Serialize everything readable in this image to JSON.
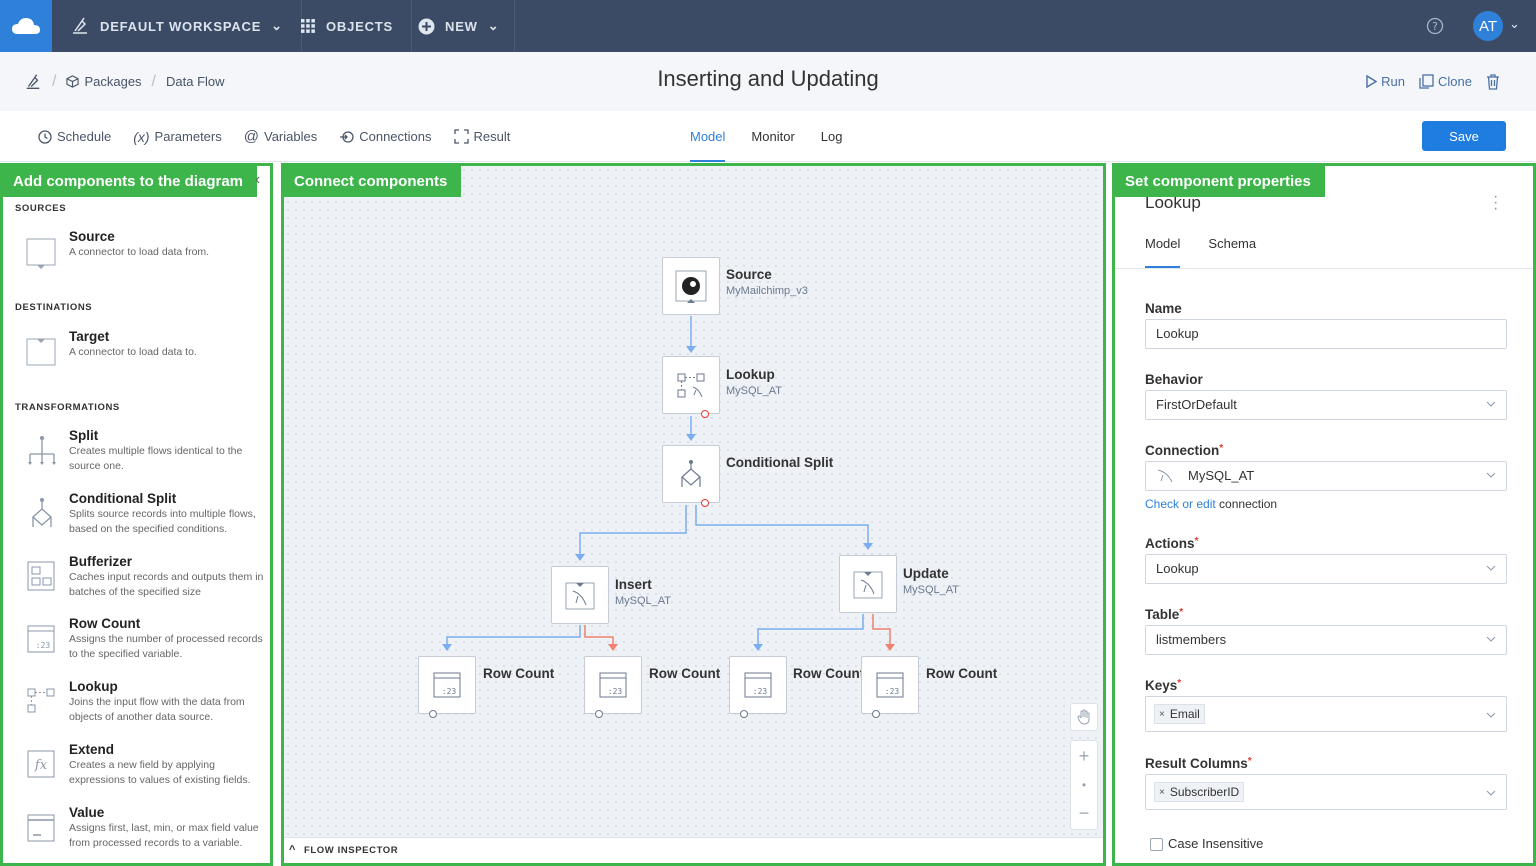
{
  "topbar": {
    "workspace_label": "DEFAULT WORKSPACE",
    "objects_label": "OBJECTS",
    "new_label": "NEW",
    "avatar_initials": "AT"
  },
  "header": {
    "breadcrumbs": [
      "Packages",
      "Data Flow"
    ],
    "title": "Inserting and Updating",
    "run_label": "Run",
    "clone_label": "Clone"
  },
  "toolbar": {
    "schedule": "Schedule",
    "parameters": "Parameters",
    "variables": "Variables",
    "connections": "Connections",
    "result": "Result",
    "tabs": [
      "Model",
      "Monitor",
      "Log"
    ],
    "active_tab": "Model",
    "save_label": "Save"
  },
  "left_panel": {
    "label": "Add components to the diagram",
    "sections": {
      "sources": "SOURCES",
      "destinations": "DESTINATIONS",
      "transformations": "TRANSFORMATIONS"
    },
    "components": [
      {
        "name": "Source",
        "desc": "A connector to load data from.",
        "icon": "source-icon"
      },
      {
        "name": "Target",
        "desc": "A connector to load data to.",
        "icon": "target-icon"
      },
      {
        "name": "Split",
        "desc": "Creates multiple flows identical to the source one.",
        "icon": "split-icon"
      },
      {
        "name": "Conditional Split",
        "desc": "Splits source records into multiple flows, based on the specified conditions.",
        "icon": "conditional-split-icon"
      },
      {
        "name": "Bufferizer",
        "desc": "Caches input records and outputs them in batches of the specified size",
        "icon": "bufferizer-icon"
      },
      {
        "name": "Row Count",
        "desc": "Assigns the number of processed records to the specified variable.",
        "icon": "row-count-icon"
      },
      {
        "name": "Lookup",
        "desc": "Joins the input flow with the data from objects of another data source.",
        "icon": "lookup-icon"
      },
      {
        "name": "Extend",
        "desc": "Creates a new field by applying expressions to values of existing fields.",
        "icon": "extend-icon"
      },
      {
        "name": "Value",
        "desc": "Assigns first, last, min, or max field value from processed records to a variable.",
        "icon": "value-icon"
      }
    ]
  },
  "center_panel": {
    "label": "Connect components",
    "inspector_label": "FLOW INSPECTOR",
    "nodes": {
      "source": {
        "name": "Source",
        "sub": "MyMailchimp_v3"
      },
      "lookup": {
        "name": "Lookup",
        "sub": "MySQL_AT"
      },
      "cond_split": {
        "name": "Conditional Split"
      },
      "insert": {
        "name": "Insert",
        "sub": "MySQL_AT"
      },
      "update": {
        "name": "Update",
        "sub": "MySQL_AT"
      },
      "rowcount1": {
        "name": "Row Count"
      },
      "rowcount2": {
        "name": "Row Count"
      },
      "rowcount3": {
        "name": "Row Count"
      },
      "rowcount4": {
        "name": "Row Count"
      }
    },
    "colors": {
      "success_line": "#7aaef0",
      "error_line": "#f08070"
    }
  },
  "right_panel": {
    "label": "Set component properties",
    "title": "Lookup",
    "tabs": [
      "Model",
      "Schema"
    ],
    "fields": {
      "name_label": "Name",
      "name_value": "Lookup",
      "behavior_label": "Behavior",
      "behavior_value": "FirstOrDefault",
      "connection_label": "Connection",
      "connection_value": "MySQL_AT",
      "check_link": "Check or edit",
      "check_suffix": "connection",
      "actions_label": "Actions",
      "actions_value": "Lookup",
      "table_label": "Table",
      "table_value": "listmembers",
      "keys_label": "Keys",
      "keys_tag": "Email",
      "result_label": "Result Columns",
      "result_tag": "SubscriberID",
      "case_label": "Case Insensitive"
    }
  },
  "accent_color": "#3db54a"
}
